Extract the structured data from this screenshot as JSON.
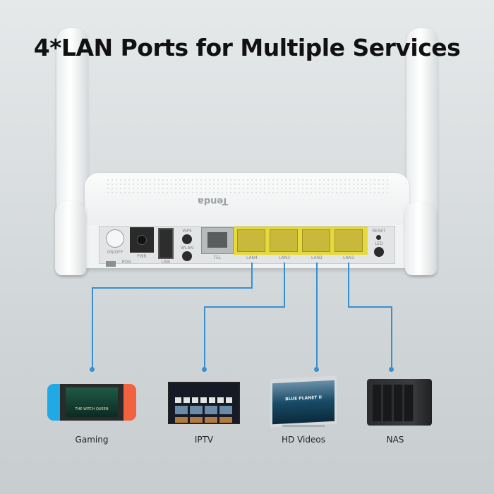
{
  "title": "4*LAN Ports for Multiple Services",
  "router": {
    "brand": "Tenda",
    "ports": {
      "onoff": "ON/OFF",
      "pwr": "PWR",
      "usb": "USB",
      "wps": "WPS",
      "wlan": "WLAN",
      "pon": "PON",
      "tel": "TEL",
      "lan4": "LAN4",
      "lan3": "LAN3",
      "lan2": "LAN2",
      "lan1": "LAN1",
      "reset": "RESET",
      "led": "LED"
    }
  },
  "devices": [
    {
      "label": "Gaming",
      "screen_text": "THE WITCH QUEEN"
    },
    {
      "label": "IPTV"
    },
    {
      "label": "HD Videos",
      "screen_text": "BLUE PLANET II"
    },
    {
      "label": "NAS"
    }
  ],
  "colors": {
    "connector_line": "#3a8fd0",
    "lan_port": "#e8d93a"
  }
}
